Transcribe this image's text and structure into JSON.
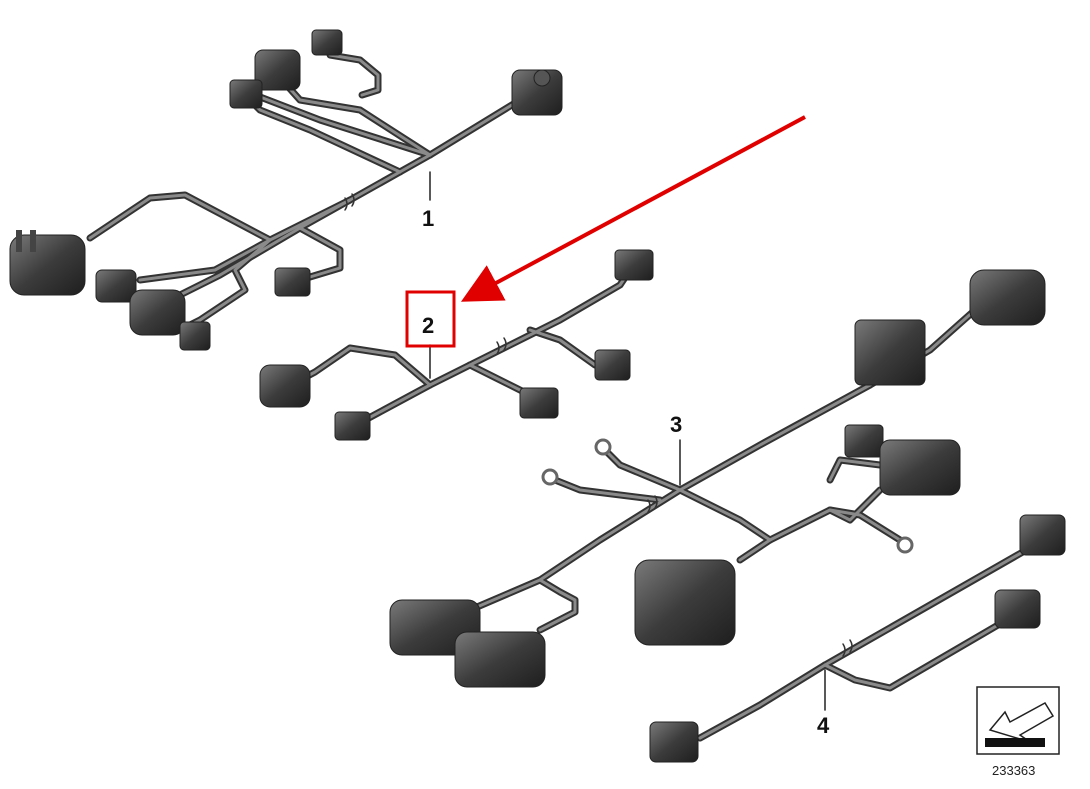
{
  "diagram": {
    "callouts": [
      {
        "id": "1",
        "label": "1"
      },
      {
        "id": "2",
        "label": "2"
      },
      {
        "id": "3",
        "label": "3"
      },
      {
        "id": "4",
        "label": "4"
      }
    ],
    "highlighted_callout": "2",
    "part_number": "233363",
    "colors": {
      "highlight": "#e00000",
      "wire": "#555555",
      "connector": "#3a3a3a",
      "connector_light": "#8a8a8a"
    },
    "icons": {
      "orientation": "arrow-orientation-icon"
    }
  }
}
